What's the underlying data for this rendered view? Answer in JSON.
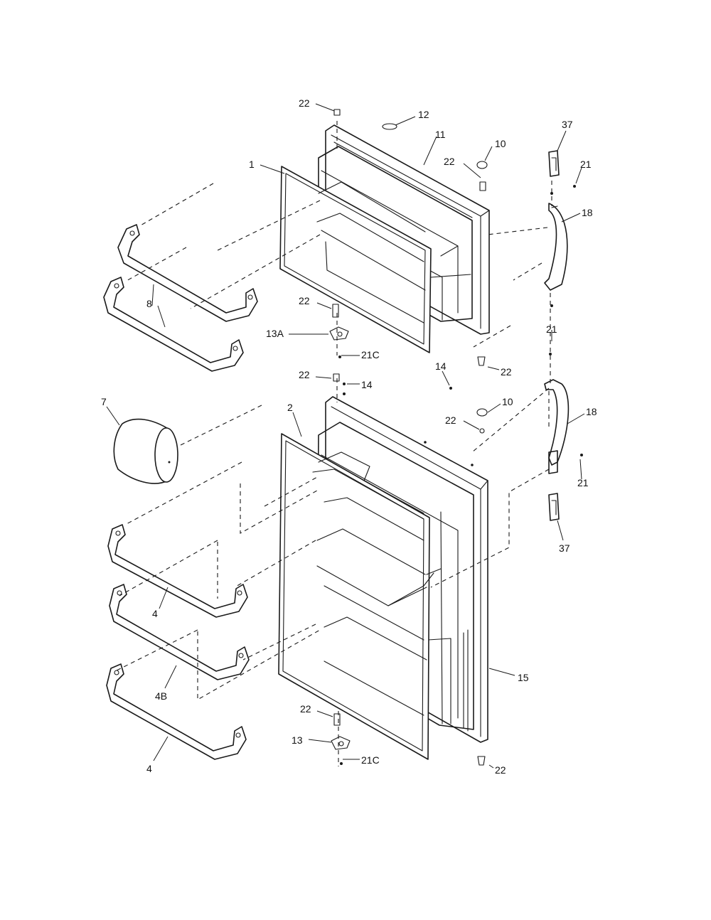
{
  "colors": {
    "background": "#ffffff",
    "ink": "#1a1a1a"
  },
  "labels": {
    "p22_top": "22",
    "p12": "12",
    "p11": "11",
    "p10_top": "10",
    "p22_hinge_top": "22",
    "p1": "1",
    "p37_top": "37",
    "p21_top": "21",
    "p18_top": "18",
    "p8": "8",
    "p22_mid_left": "22",
    "p13A": "13A",
    "p21C_top": "21C",
    "p21_mid": "21",
    "p22_mid_right": "22",
    "p14_right": "14",
    "p22_fresh_top": "22",
    "p14_left": "14",
    "p7": "7",
    "p2": "2",
    "p10_bottom": "10",
    "p22_fresh_hinge": "22",
    "p18_bottom": "18",
    "p21_bottom": "21",
    "p37_bottom": "37",
    "p4_mid": "4",
    "p4B": "4B",
    "p15": "15",
    "p22_bottom_left": "22",
    "p13": "13",
    "p21C_bottom": "21C",
    "p22_bottom_right": "22",
    "p4_bottom": "4"
  }
}
